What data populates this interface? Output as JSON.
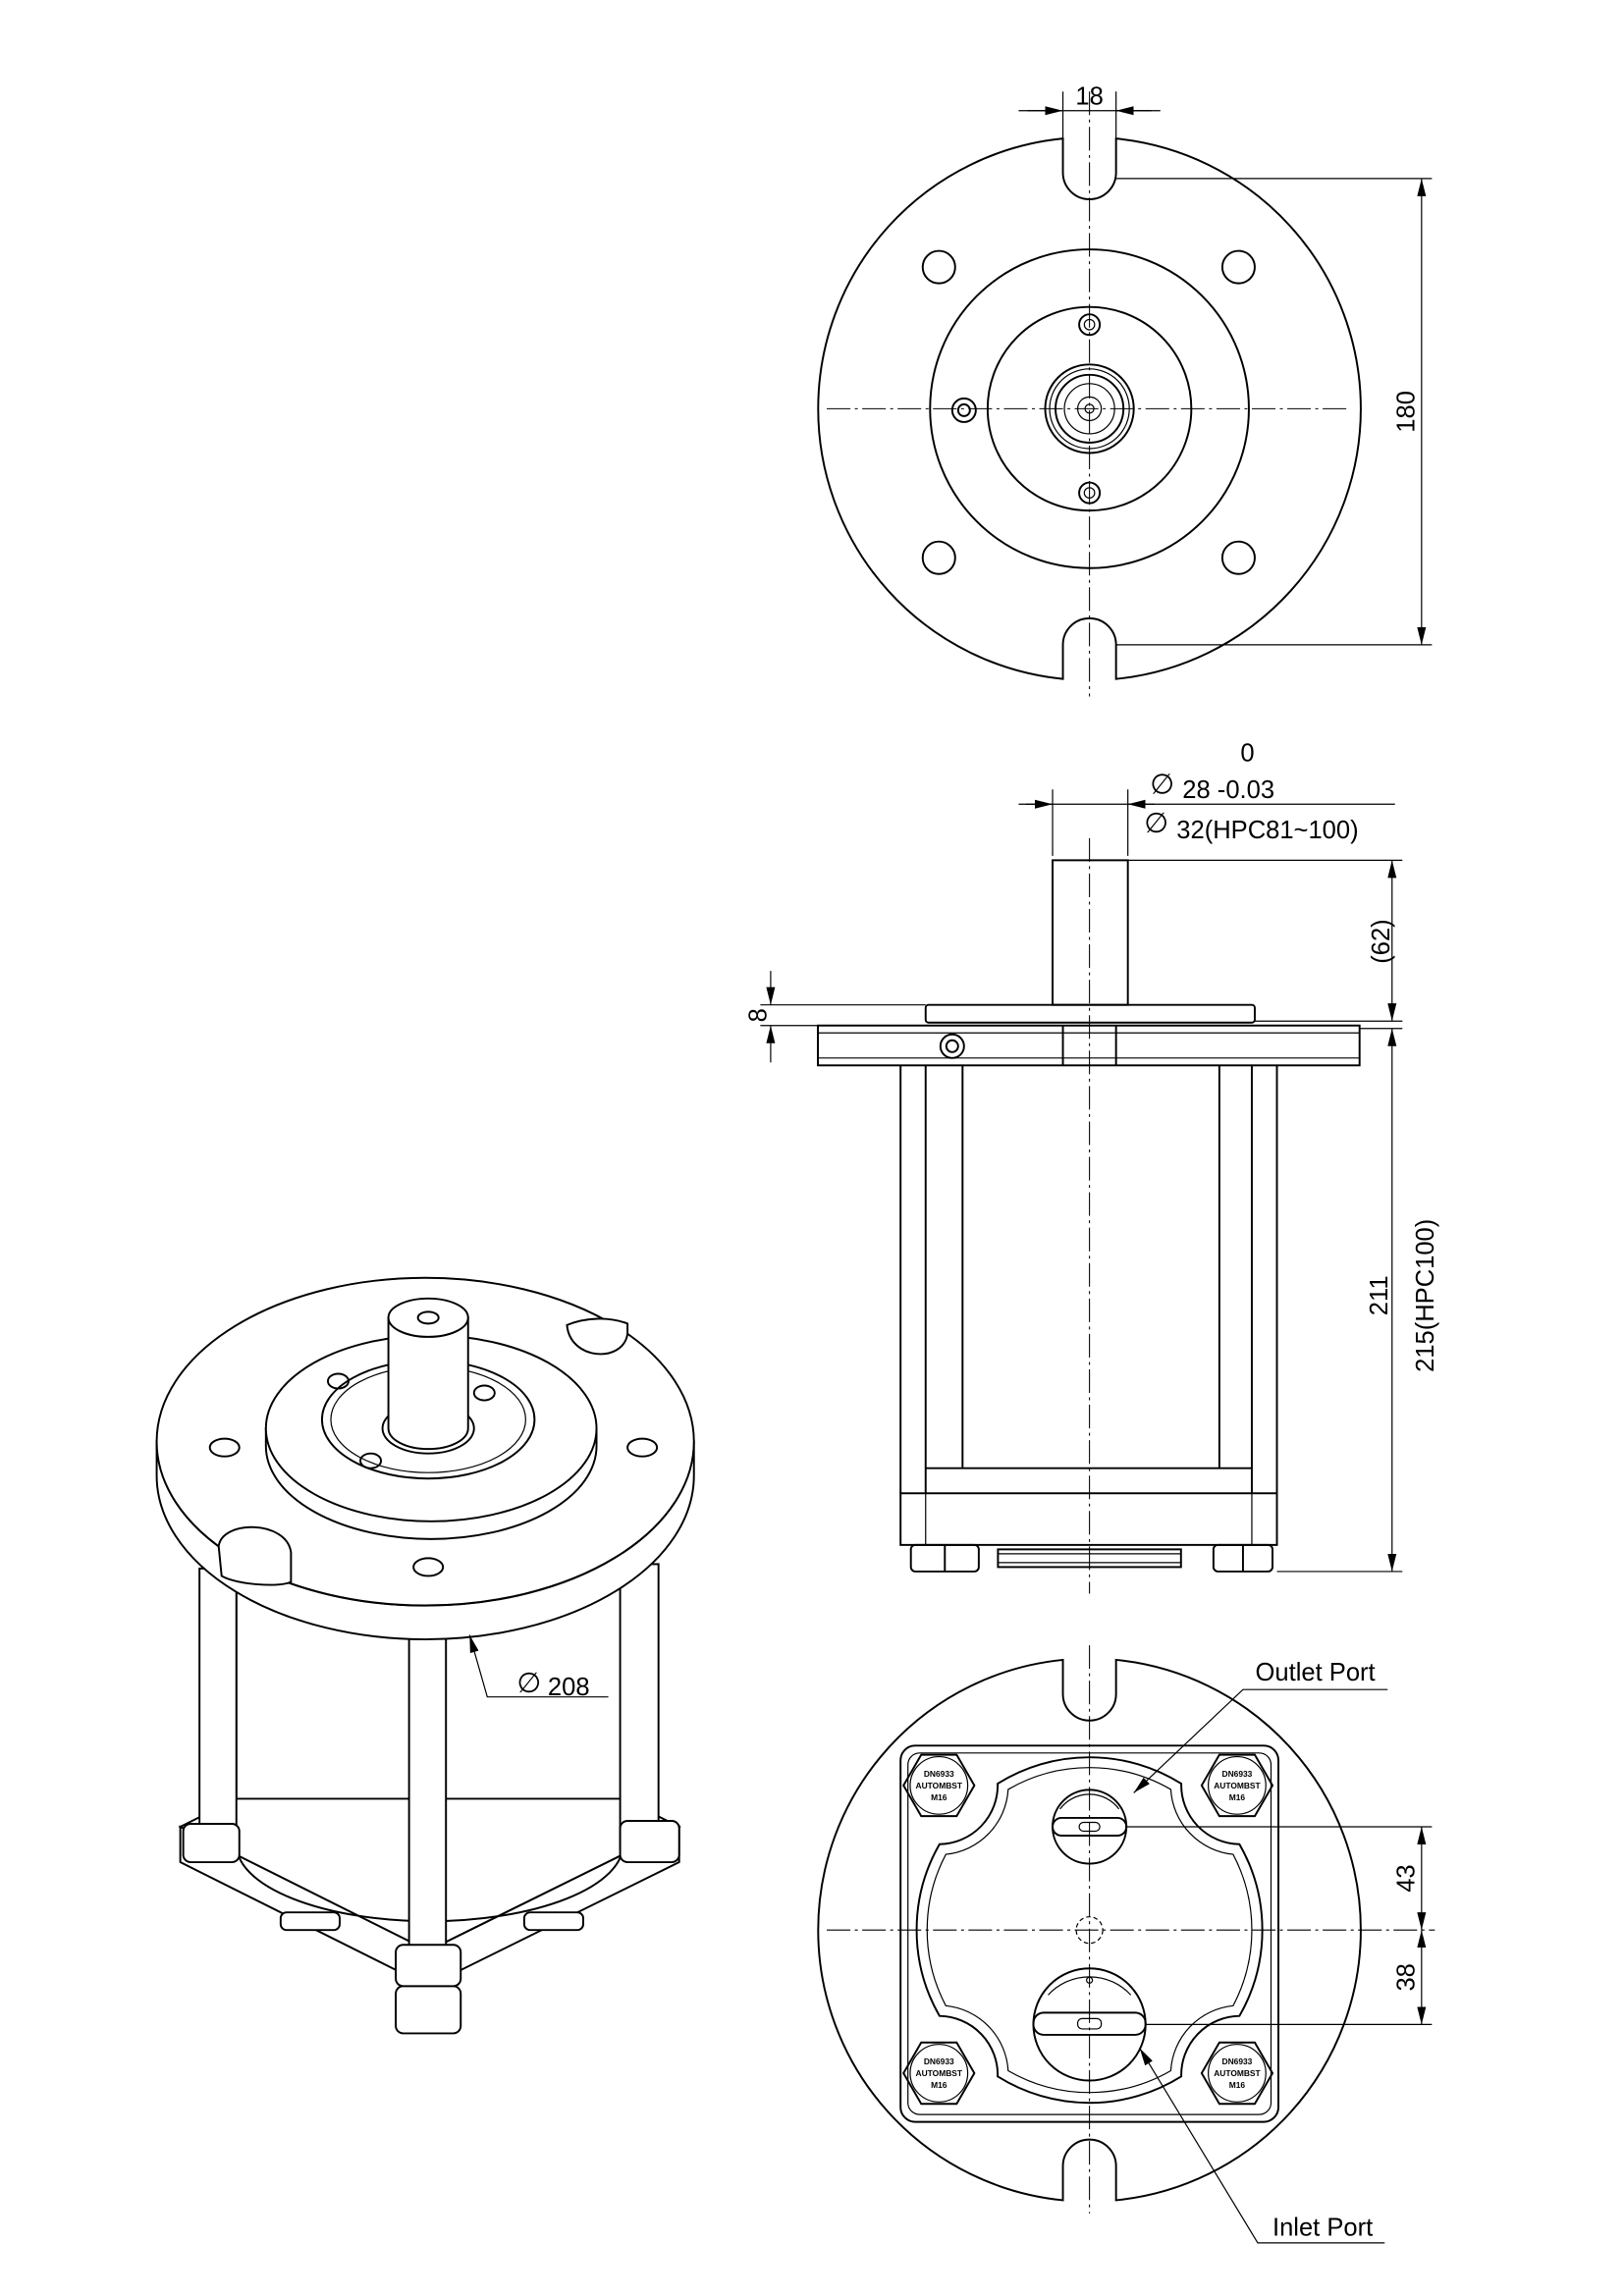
{
  "drawing": {
    "top_view": {
      "slot_width": "18",
      "slot_spacing": "180"
    },
    "side_view": {
      "shaft_tolerance_upper": "0",
      "shaft_diameter": "28 -0.03",
      "shaft_diameter_alt": "32(HPC81~100)",
      "shaft_length": "(62)",
      "flange_thickness": "8",
      "body_length": "211",
      "body_length_alt": "215(HPC100)"
    },
    "iso_view": {
      "flange_diameter": "208"
    },
    "bottom_view": {
      "outlet_label": "Outlet Port",
      "inlet_label": "Inlet Port",
      "outlet_offset": "43",
      "inlet_offset": "38",
      "nut_marking": {
        "line1": "DN6933",
        "line2": "AUTOMBST",
        "line3": "M16"
      }
    }
  },
  "symbols": {
    "diameter": "∅"
  }
}
